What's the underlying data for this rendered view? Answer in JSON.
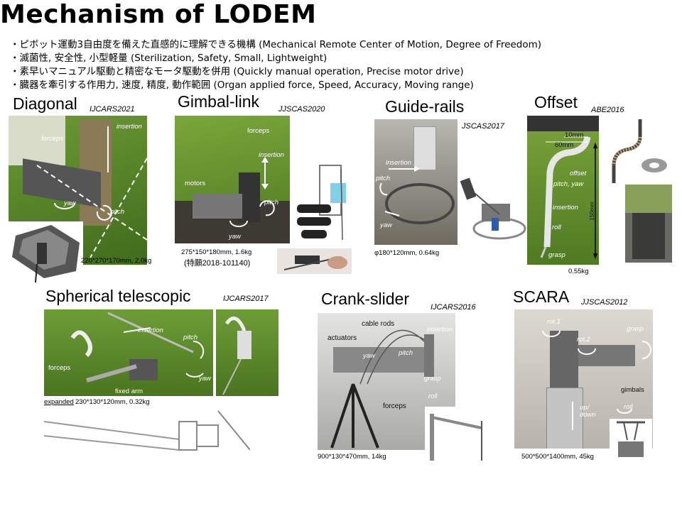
{
  "title": "Mechanism of LODEM",
  "bullets": [
    "・ピボット運動3自由度を備えた直感的に理解できる機構 (Mechanical Remote Center of Motion, Degree of Freedom)",
    "・滅菌性, 安全性, 小型軽量 (Sterilization, Safety, Small, Lightweight)",
    "・素早いマニュアル駆動と精密なモータ駆動を併用 (Quickly manual operation, Precise motor drive)",
    "・臓器を牽引する作用力, 速度, 精度, 動作範囲 (Organ applied force, Speed, Accuracy, Moving range)"
  ],
  "mechanisms": {
    "diagonal": {
      "name": "Diagonal",
      "cite": "IJCARS2021",
      "spec": "220*270*170mm, 2.0kg",
      "labels": {
        "forceps": "forceps",
        "insertion": "insertion",
        "yaw": "yaw",
        "pitch": "pitch"
      }
    },
    "gimbal": {
      "name": "Gimbal-link",
      "cite": "JJSCAS2020",
      "spec": "275*150*180mm, 1.6kg",
      "patent": "(特願2018-101140)",
      "labels": {
        "forceps": "forceps",
        "insertion": "insertion",
        "motors": "motors",
        "pitch": "pitch",
        "yaw": "yaw"
      }
    },
    "guide": {
      "name": "Guide-rails",
      "cite": "JSCAS2017",
      "spec": "φ180*120mm, 0.64kg",
      "labels": {
        "insertion": "insertion",
        "pitch": "pitch",
        "yaw": "yaw"
      }
    },
    "offset": {
      "name": "Offset",
      "cite": "ABE2016",
      "spec": "0.55kg",
      "labels": {
        "d10": "10mm",
        "d60": "60mm",
        "offset": "offset",
        "pitchyaw": "pitch, yaw",
        "insertion": "insertion",
        "roll": "roll",
        "grasp": "grasp",
        "d150": "150mm"
      }
    },
    "spherical": {
      "name": "Spherical telescopic",
      "cite": "IJCARS2017",
      "spec_prefix": "expanded",
      "spec": " 230*130*120mm, 0.32kg",
      "labels": {
        "insertion": "insertion",
        "pitch": "pitch",
        "forceps": "forceps",
        "yaw": "yaw",
        "fixed": "fixed arm"
      }
    },
    "crank": {
      "name": "Crank-slider",
      "cite": "IJCARS2016",
      "spec": "900*130*470mm, 14kg",
      "labels": {
        "cable": "cable rods",
        "actuators": "actuators",
        "insertion": "insertion",
        "yaw": "yaw",
        "pitch": "pitch",
        "grasp": "grasp",
        "roll": "roll",
        "forceps": "forceps"
      }
    },
    "scara": {
      "name": "SCARA",
      "cite": "JJSCAS2012",
      "spec": "500*500*1400mm, 45kg",
      "labels": {
        "rot1": "rot.1",
        "rot2": "rot.2",
        "grasp": "grasp",
        "gimbals": "gimbals",
        "updown": "up/\ndown",
        "roll": "roll"
      }
    }
  }
}
